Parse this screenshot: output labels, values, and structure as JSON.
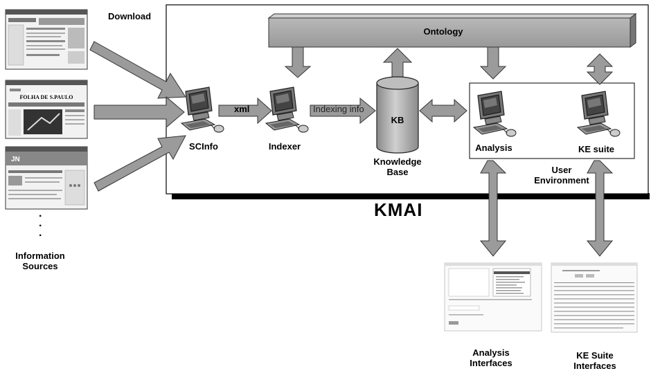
{
  "labels": {
    "download": "Download",
    "ontology": "Ontology",
    "xml": "xml",
    "indexing_info": "Indexing info",
    "kb": "KB",
    "knowledge_base": "Knowledge\nBase",
    "scinfo": "SCInfo",
    "indexer": "Indexer",
    "analysis": "Analysis",
    "ke_suite": "KE suite",
    "user_environment": "User\nEnvironment",
    "kmai": "KMAI",
    "information_sources": "Information\nSources",
    "dots": ".\n.\n.",
    "analysis_interfaces": "Analysis\nInterfaces",
    "ke_suite_interfaces": "KE Suite\nInterfaces"
  },
  "source_thumbnails": [
    {
      "name": "news-site-1",
      "banner": ""
    },
    {
      "name": "news-site-2",
      "banner": "FOLHA DE S.PAULO"
    },
    {
      "name": "news-site-3",
      "banner": "JN"
    }
  ],
  "colors": {
    "ontology_fill": "#a9a9a9",
    "arrow_fill": "#9b9b9b",
    "frame_shadow": "#000000",
    "background": "#ffffff"
  }
}
